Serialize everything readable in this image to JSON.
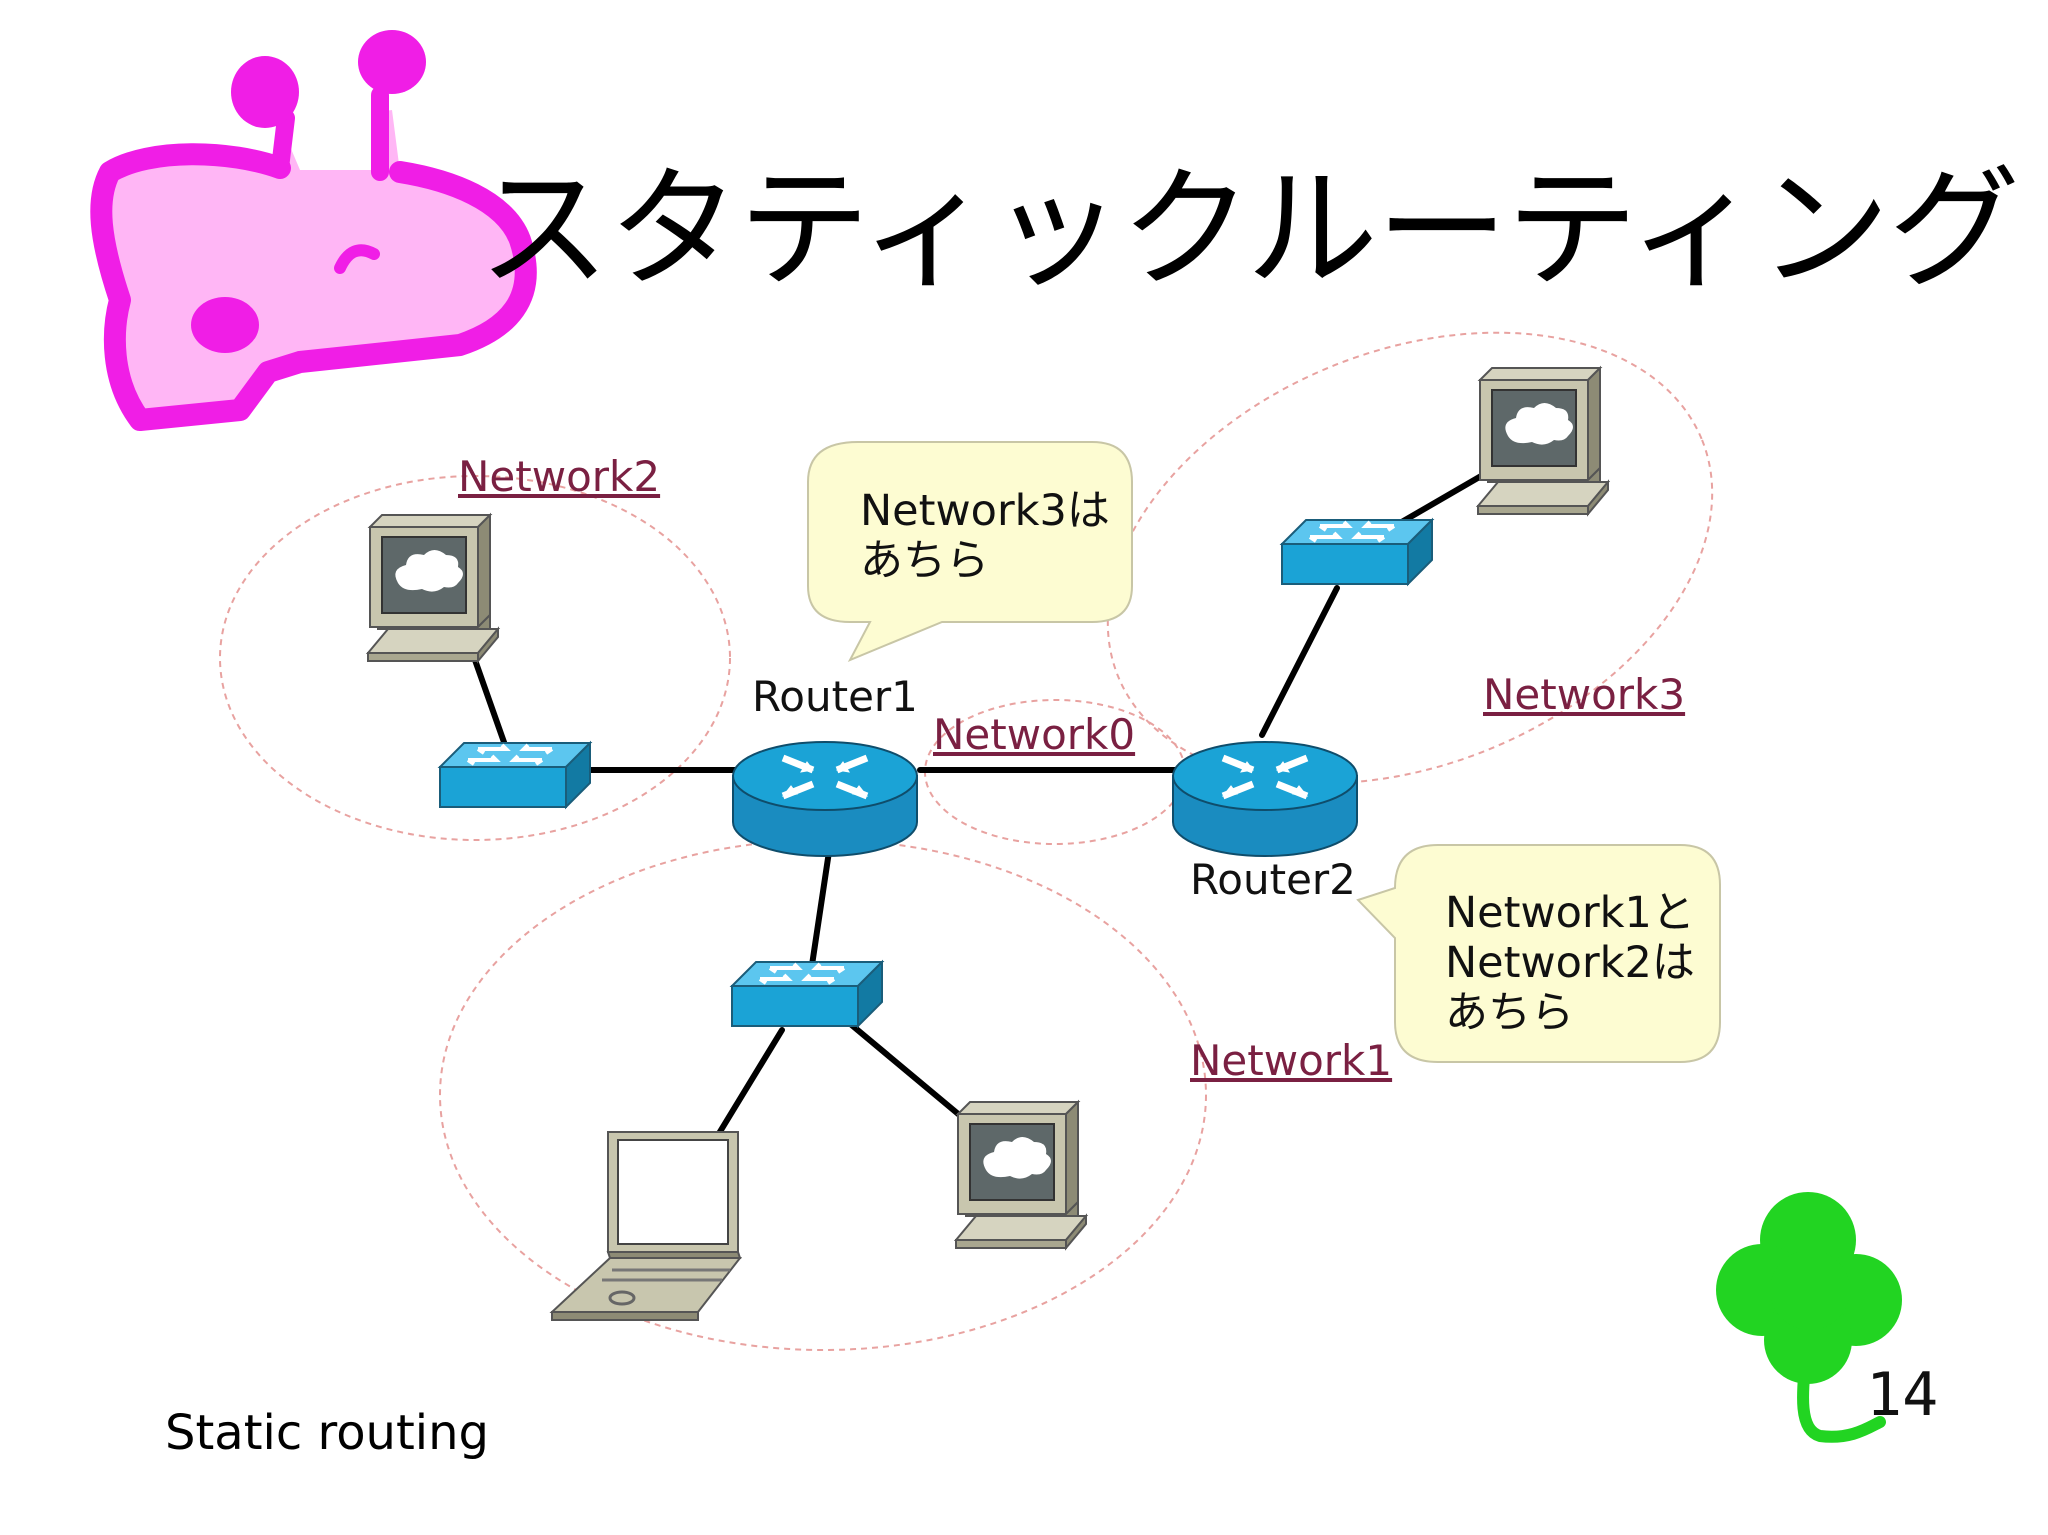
{
  "slide": {
    "title": "スタティックルーティング",
    "footer": "Static routing",
    "page_number": "14"
  },
  "networks": {
    "n0": "Network0",
    "n1": "Network1",
    "n2": "Network2",
    "n3": "Network3"
  },
  "routers": {
    "r1": "Router1",
    "r2": "Router2"
  },
  "callouts": {
    "router1": "Network3は\nあちら",
    "router2": "Network1と\nNetwork2は\nあちら"
  },
  "colors": {
    "link_text": "#7a2042",
    "router_blue": "#1ba3d6",
    "callout_fill": "#fdfcd2",
    "giraffe_magenta": "#f01ee6",
    "giraffe_pink": "#ffb6f5",
    "clover_green": "#22d422"
  }
}
